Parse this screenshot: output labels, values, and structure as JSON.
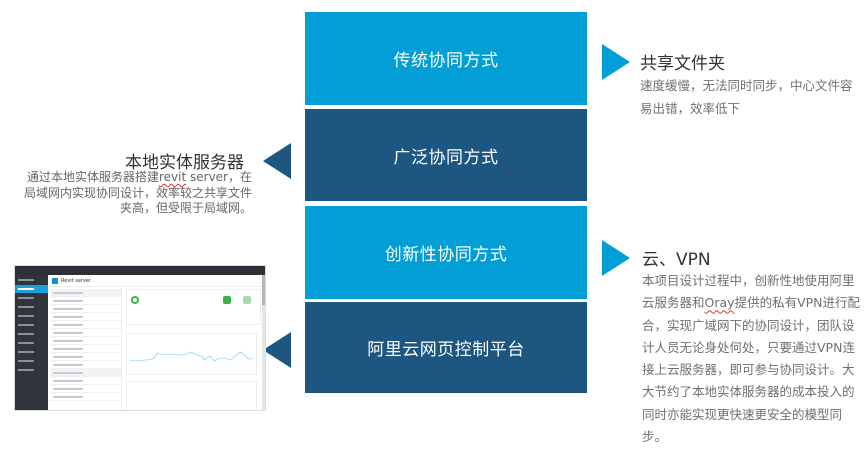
{
  "boxes": [
    {
      "label": "传统协同方式",
      "color": "#029fd7"
    },
    {
      "label": "广泛协同方式",
      "color": "#1d5680"
    },
    {
      "label": "创新性协同方式",
      "color": "#029fd7"
    },
    {
      "label": "阿里云网页控制平台",
      "color": "#1d5680"
    }
  ],
  "notes": {
    "shared_folder": {
      "title": "共享文件夹",
      "body": "速度缓慢，无法同时同步，中心文件容易出错，效率低下"
    },
    "local_server": {
      "title": "本地实体服务器",
      "body_prefix": "通过本地实体服务器搭建",
      "body_spellmark": "revit",
      "body_suffix": " server，在局域网内实现协同设计，效率较之共享文件夹高，但受限于局域网。"
    },
    "cloud_vpn": {
      "title": "云、VPN",
      "body_prefix": "本项目设计过程中，创新性地使用阿里云服务器和",
      "body_spellmark": "Oray",
      "body_suffix": "提供的私有VPN进行配合，实现广域网下的协同设计，团队设计人员无论身处何处，只要通过VPN连接上云服务器，即可参与协同设计。大大节约了本地实体服务器的成本投入的同时亦能实现更快速更安全的模型同步。"
    }
  },
  "thumbnail": {
    "title": "Revit server",
    "description": "Aliyun web console screenshot"
  },
  "colors": {
    "light_blue": "#029fd7",
    "dark_blue": "#1d5680",
    "title_text": "#333333",
    "body_text": "#707070"
  }
}
